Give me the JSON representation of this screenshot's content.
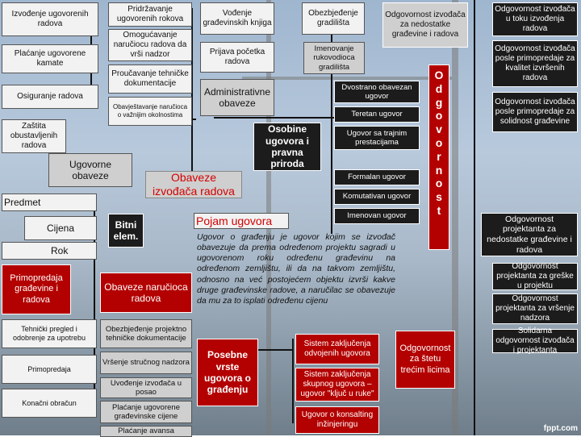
{
  "left_col": {
    "izvodjenje": "Izvođenje ugovorenih radova",
    "placanje": "Plaćanje ugovorene kamate",
    "osiguranje": "Osiguranje radova",
    "zastita": "Zaštita obustavljenih radova",
    "ugovorne": "Ugovorne obaveze",
    "predmet": "Predmet",
    "cijena": "Cijena",
    "rok": "Rok",
    "primopredaja_gradjevine": "Primopredaja građevine i radova",
    "tehnicki": "Tehnički pregled i odobrenje za upotrebu",
    "primopredaja": "Primopredaja",
    "konacni": "Konačni obračun"
  },
  "mid_col": {
    "pridrzavanje": "Pridržavanje ugovorenih rokova",
    "omogucavanje": "Omogućavanje naručiocu radova da vrši nadzor",
    "proucavanje": "Proučavanje tehničke dokumentacije",
    "obavjestavanje": "Obavještavanje naručioca o važnijim okolnostima",
    "bitni": "Bitni elem.",
    "obaveze_narucioca": "Obaveze naručioca radova",
    "obezbjedjenje_dok": "Obezbjeđenje projektno tehničke dokumentacije",
    "vrsenje": "Vršenje stručnog nadzora",
    "uvodjenje": "Uvođenje izvođača u posao",
    "placanje_cijene": "Plaćanje ugovorene građevinske cijene",
    "placanje_avansa": "Plaćanje avansa"
  },
  "center": {
    "vodjenje": "Vođenje građevinskih knjiga",
    "prijava": "Prijava početka radova",
    "administrativne": "Administrativne obaveze",
    "obaveze_izvodjaca": "Obaveze izvođača radova",
    "pojam": "Pojam ugovora",
    "definition": "Ugovor o građenju je ugovor kojim se izvođač obavezuje da prema određenom projektu sagradi u ugovorenom roku određenu građevinu na određenom zemljištu, ili da na takvom zemljištu, odnosno na već postojećem objektu izvrši kakve druge građevinske radove, a naručilac se obavezuje da mu za to isplati određenu cijenu",
    "posebne": "Posebne vrste ugovora o građenju",
    "osobine": "Osobine ugovora i pravna priroda"
  },
  "right_center": {
    "obezbjedjenje_gradilista": "Obezbjeđenje gradilišta",
    "imenovanje": "Imenovanje rukovodioca gradilišta",
    "odgovornost_nedostatke": "Odgovornost izvođača za nedostatke građevine i radova",
    "dvostrano": "Dvostrano obavezan ugovor",
    "teretan": "Teretan ugovor",
    "trajnim": "Ugovor sa trajnim prestacijama",
    "formalan": "Formalan ugovor",
    "komutativan": "Komutativan ugovor",
    "imenovan": "Imenovan ugovor",
    "sistem_odvojenih": "Sistem zaključenja odvojenih ugovora",
    "sistem_skupnog": "Sistem zaključenja skupnog ugovora – ugovor \"ključ u ruke\"",
    "konsalting": "Ugovor o konsalting inžinjeringu",
    "steta": "Odgovornost za štetu trećim licima"
  },
  "stripe_letters": [
    "O",
    "d",
    "g",
    "o",
    "v",
    "o",
    "r",
    "n",
    "o",
    "s",
    "t"
  ],
  "right_col": {
    "toku": "Odgovornost izvođača u toku izvođenja radova",
    "kvalitet": "Odgovornost izvođača posle primopredaje za kvalitet izvršenih radova",
    "solidnost": "Odgovornost izvođača posle primopredaje za solidnost građevine",
    "projektanta_nedostatke": "Odgovornost projektanta za nedostatke građevine i radova",
    "greske": "Odgovornost projektanta za greške u projektu",
    "vrsenje_nadzora": "Odgovornost projektanta za vršenje nadzora",
    "solidarna": "Solidarna odgovornost izvođača i projektanta"
  },
  "watermark": "fppt.com"
}
